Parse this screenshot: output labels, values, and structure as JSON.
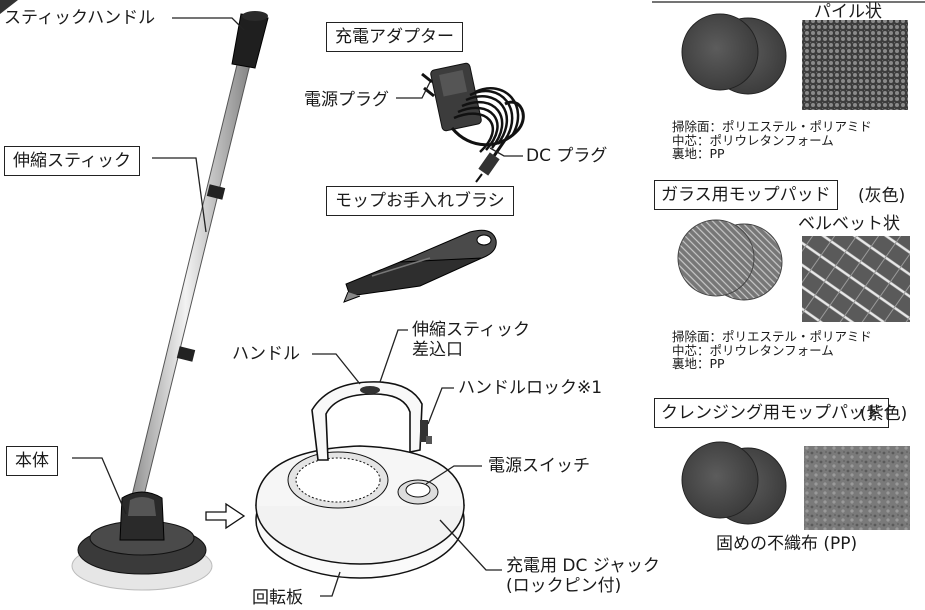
{
  "labels": {
    "stick_handle": "スティックハンドル",
    "telescopic_stick": "伸縮スティック",
    "body": "本体",
    "charging_adapter": "充電アダプター",
    "power_plug": "電源プラグ",
    "dc_plug": "DC プラグ",
    "mop_brush": "モップお手入れブラシ",
    "handle": "ハンドル",
    "stick_inlet_line1": "伸縮スティック",
    "stick_inlet_line2": "差込口",
    "handle_lock": "ハンドルロック※1",
    "power_switch": "電源スイッチ",
    "dc_jack_line1": "充電用 DC ジャック",
    "dc_jack_line2": "(ロックピン付)",
    "rotating_plate": "回転板"
  },
  "pads": {
    "pile": {
      "texture_label": "パイル状",
      "specs": [
        "掃除面：ポリエステル・ポリアミド",
        "中芯：ポリウレタンフォーム",
        "裏地：PP"
      ]
    },
    "glass": {
      "title": "ガラス用モップパッド",
      "color_note": "(灰色)",
      "texture_label": "ベルベット状",
      "specs": [
        "掃除面：ポリエステル・ポリアミド",
        "中芯：ポリウレタンフォーム",
        "裏地：PP"
      ]
    },
    "cleansing": {
      "title": "クレンジング用モップパッド",
      "color_note": "(紫色)",
      "texture_label": "固めの不織布 (PP)"
    }
  },
  "colors": {
    "pad_dark": "#4a4a4a",
    "pad_light": "#6a6a6a",
    "line": "#222222"
  }
}
